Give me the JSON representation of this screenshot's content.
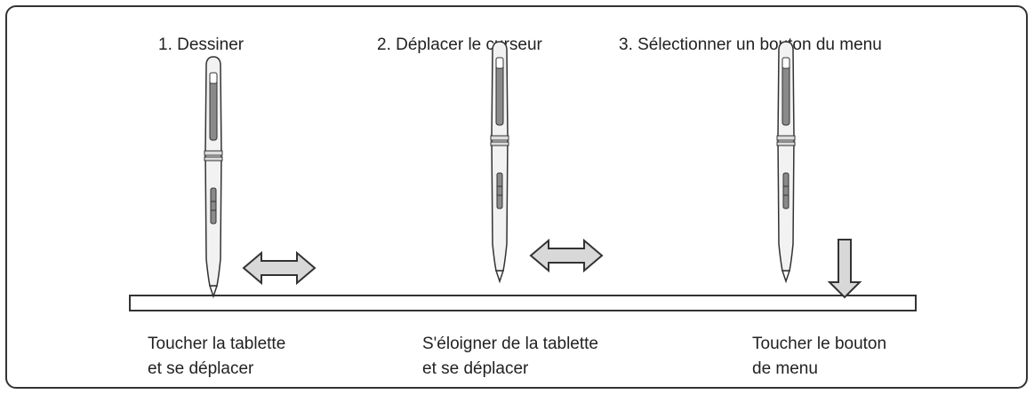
{
  "steps": [
    {
      "title": "1. Dessiner",
      "caption_line1": "Toucher la tablette",
      "caption_line2": "et se déplacer",
      "arrow_icon": "double-arrow-horizontal-icon"
    },
    {
      "title": "2. Déplacer le curseur",
      "caption_line1": "S'éloigner de la tablette",
      "caption_line2": "et se déplacer",
      "arrow_icon": "double-arrow-horizontal-icon"
    },
    {
      "title": "3. Sélectionner un bouton du menu",
      "caption_line1": "Toucher le bouton",
      "caption_line2": "de menu",
      "arrow_icon": "down-arrow-icon"
    }
  ],
  "colors": {
    "arrow_fill": "#d8d8d8",
    "outline": "#333333",
    "pen_fill": "#f2f2f2",
    "pen_grip": "#8a8a8a"
  }
}
